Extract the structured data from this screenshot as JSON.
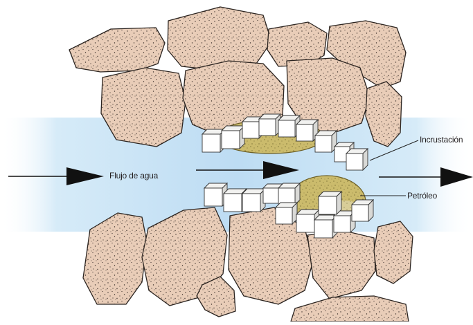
{
  "labels": {
    "water_flow": "Flujo de agua",
    "scale": "Incrustación",
    "oil": "Petróleo"
  },
  "colors": {
    "rock_fill": "#e9cdb8",
    "rock_stroke": "#2b2420",
    "water_band": "#c4e1f4",
    "oil_fill": "#c8b868",
    "scale_crystal": "#ffffff",
    "arrow": "#111111"
  }
}
